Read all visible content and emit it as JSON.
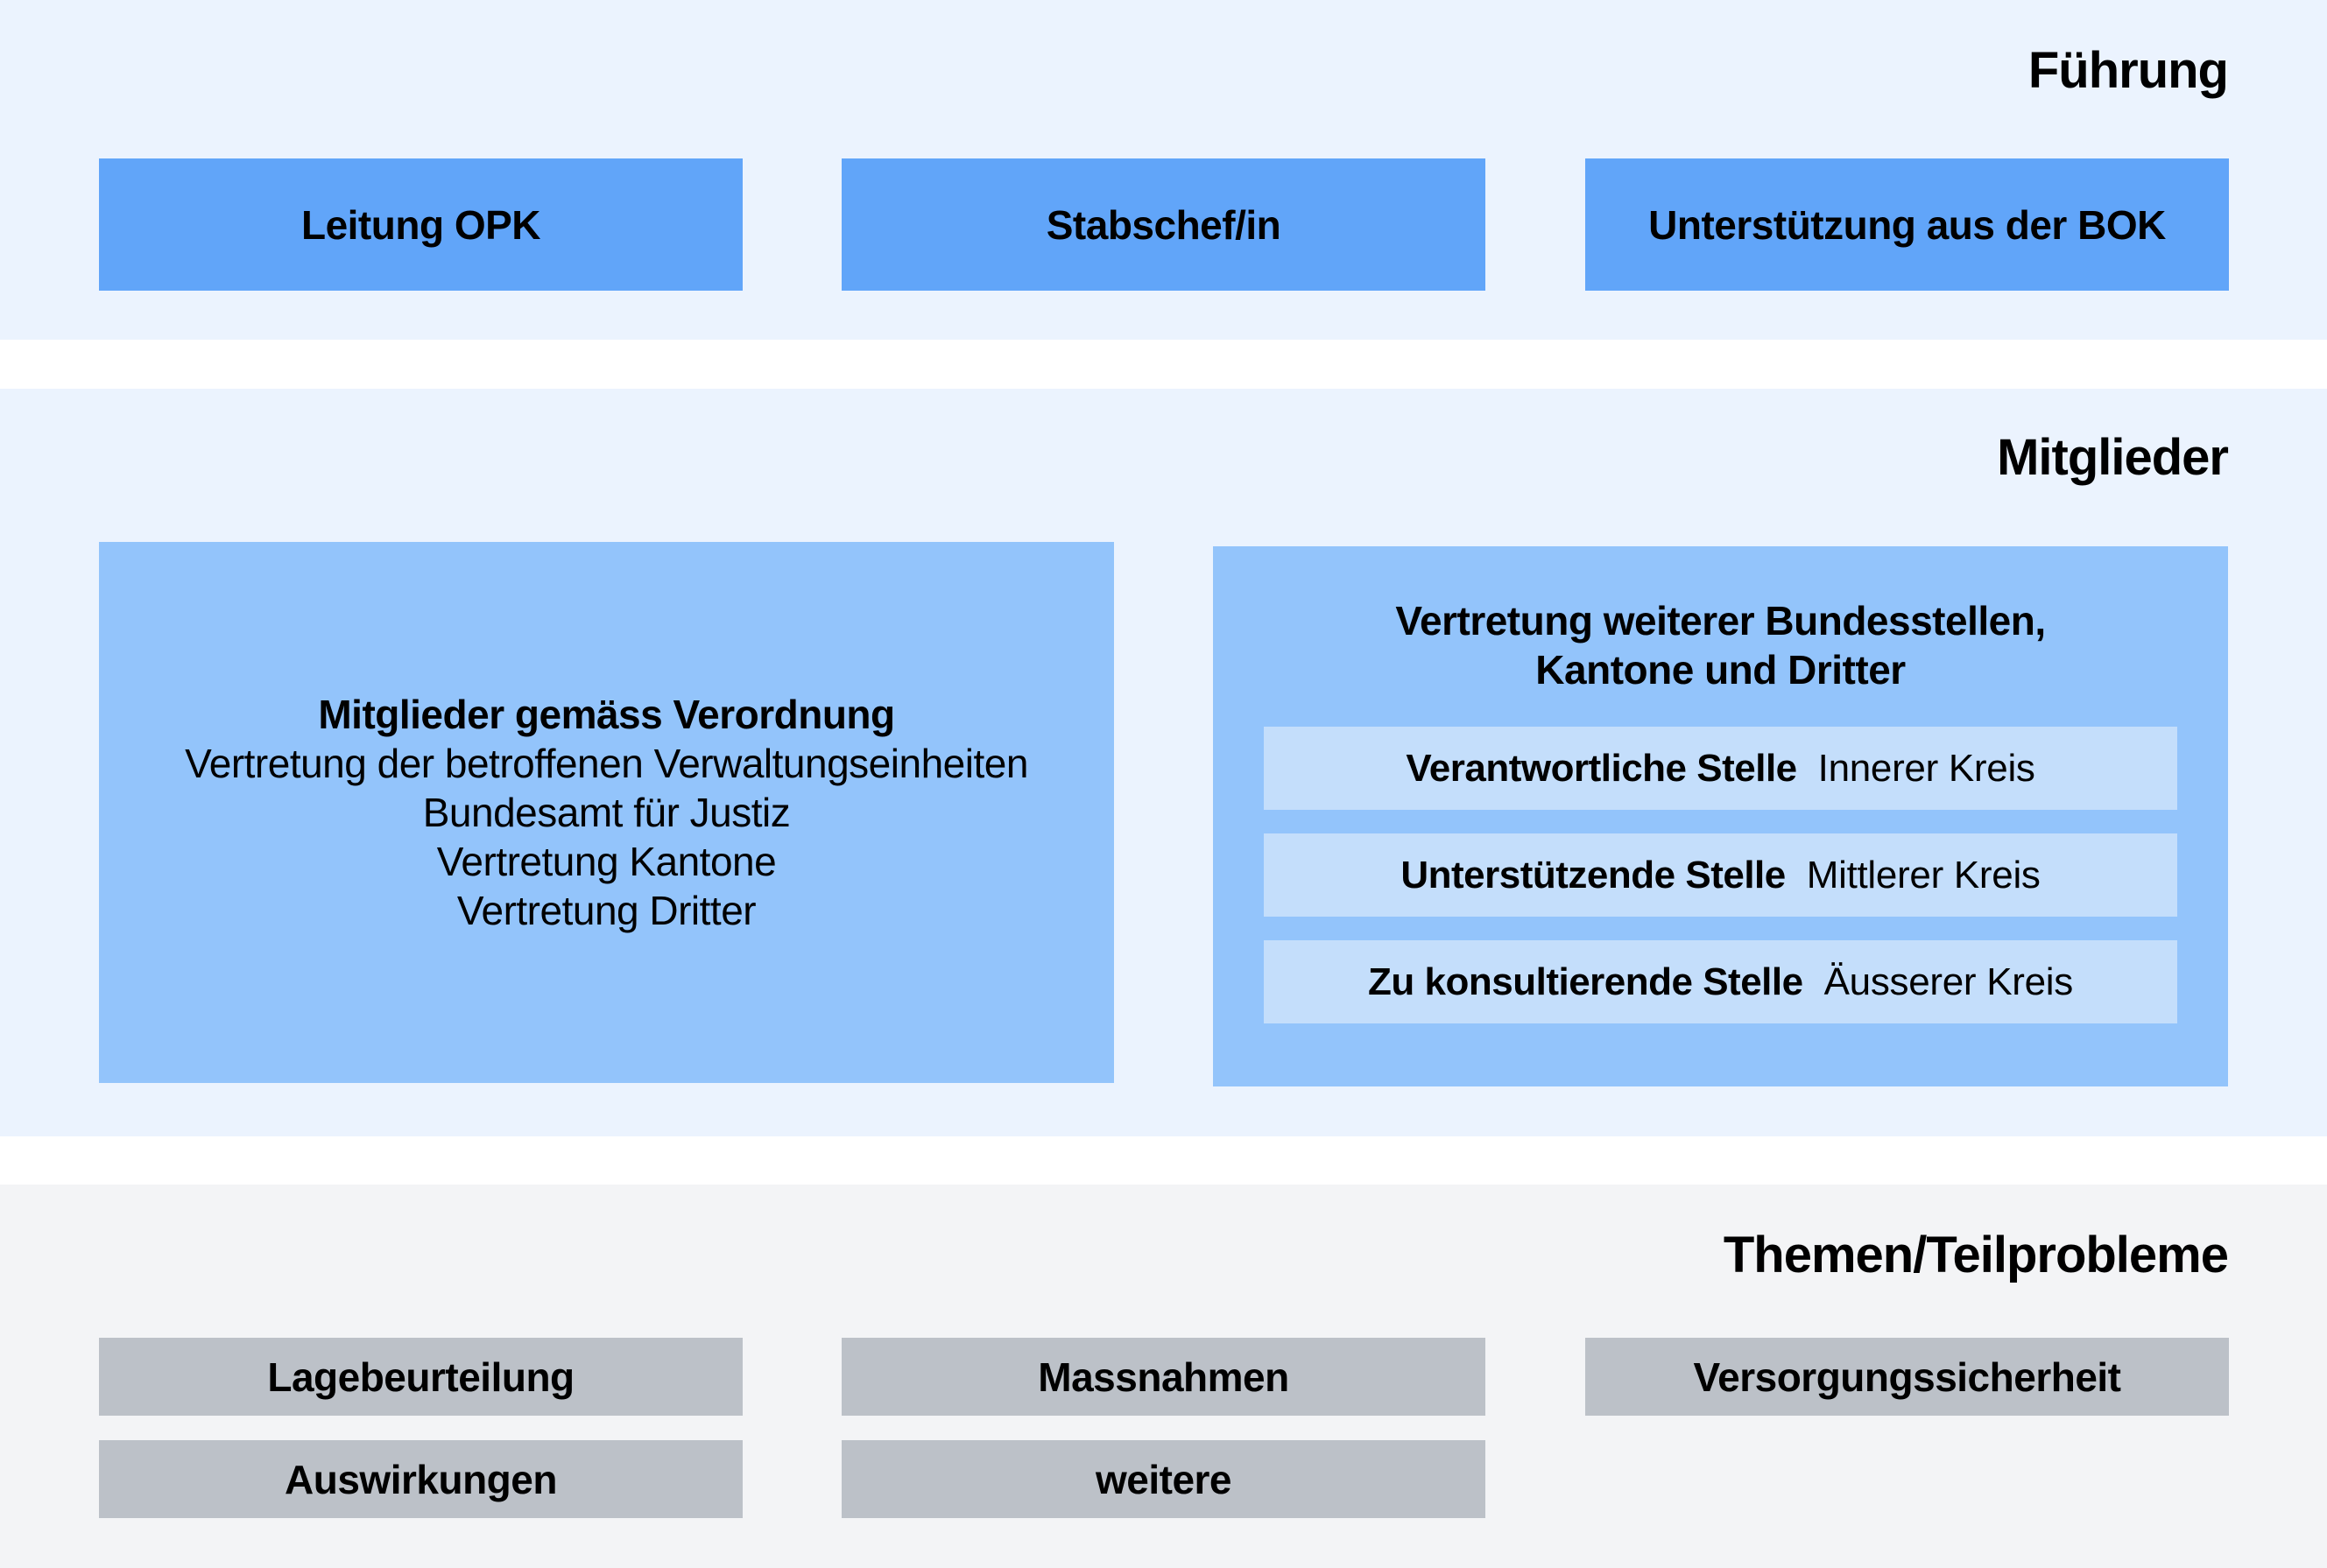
{
  "fuehrung": {
    "title": "Führung",
    "boxes": [
      {
        "label": "Leitung OPK"
      },
      {
        "label": "Stabschef/in"
      },
      {
        "label": "Unterstützung aus der BOK"
      }
    ]
  },
  "mitglieder": {
    "title": "Mitglieder",
    "left": {
      "heading": "Mitglieder gemäss Verordnung",
      "lines": [
        "Vertretung der betroffenen Verwaltungseinheiten",
        "Bundesamt für Justiz",
        "Vertretung Kantone",
        "Vertretung Dritter"
      ]
    },
    "right": {
      "heading_line1": "Vertretung weiterer Bundesstellen,",
      "heading_line2": "Kantone und Dritter",
      "rows": [
        {
          "role": "Verantwortliche Stelle",
          "circle": "Innerer Kreis"
        },
        {
          "role": "Unterstützende Stelle",
          "circle": "Mittlerer Kreis"
        },
        {
          "role": "Zu konsultierende Stelle",
          "circle": "Äusserer Kreis"
        }
      ]
    }
  },
  "themen": {
    "title": "Themen/Teilprobleme",
    "items": [
      {
        "label": "Lagebeurteilung"
      },
      {
        "label": "Massnahmen"
      },
      {
        "label": "Versorgungssicherheit"
      },
      {
        "label": "Auswirkungen"
      },
      {
        "label": "weitere"
      }
    ]
  },
  "colors": {
    "band_blue": "#EBF3FE",
    "band_grey": "#F3F4F6",
    "lead_box": "#61A5F9",
    "member_box": "#93C4FB",
    "circle_row": "#C4DEFB",
    "topic_box": "#BCC1C8"
  }
}
